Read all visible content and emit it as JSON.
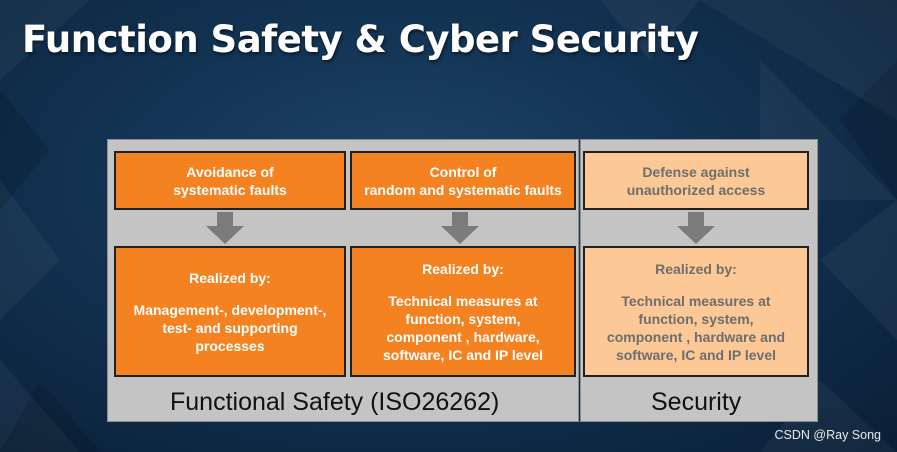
{
  "slide": {
    "title": "Function Safety & Cyber Security"
  },
  "functional_safety": {
    "label": "Functional Safety (ISO26262)",
    "columns": [
      {
        "top": "Avoidance of\nsystematic faults",
        "realized_label": "Realized by:",
        "details": "Management-, development-,\ntest- and supporting\nprocesses"
      },
      {
        "top": "Control of\nrandom and systematic faults",
        "realized_label": "Realized by:",
        "details": "Technical measures at\nfunction, system,\ncomponent , hardware,\nsoftware, IC and IP level"
      }
    ]
  },
  "security": {
    "label": "Security",
    "top": "Defense against\nunauthorized access",
    "realized_label": "Realized by:",
    "details": "Technical measures at\nfunction, system,\ncomponent , hardware and\nsoftware, IC and IP level"
  },
  "colors": {
    "orange": "#f58220",
    "light_orange": "#fbc896",
    "panel_gray": "#c4c4c4"
  },
  "watermark": "CSDN @Ray Song"
}
